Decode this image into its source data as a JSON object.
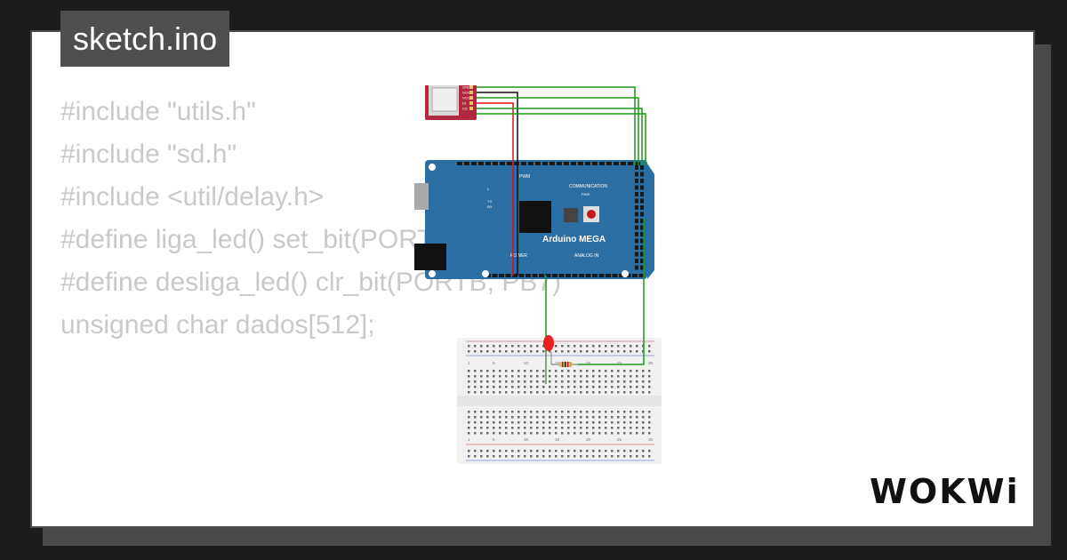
{
  "tab": {
    "filename": "sketch.ino"
  },
  "code": {
    "lines": [
      "#include \"utils.h\"",
      "#include \"sd.h\"",
      "#include <util/delay.h>",
      "",
      "",
      "",
      "#define liga_led() set_bit(PORTB, PB7)",
      "#define desliga_led() clr_bit(PORTB, PB7)",
      "",
      "unsigned char dados[512];"
    ]
  },
  "diagram": {
    "board_label": "Arduino MEGA",
    "header_labels": {
      "pwm": "PWM",
      "communication": "COMMUNICATION",
      "power": "POWER",
      "analog": "ANALOG IN",
      "pwr": "PWR",
      "tx": "TX",
      "rx": "RX",
      "l": "L"
    },
    "sd_pins": [
      "CD",
      "DO",
      "GND",
      "SCK",
      "VCC",
      "DI",
      "CS"
    ],
    "breadboard_numbers": [
      "1",
      "5",
      "10",
      "15",
      "20",
      "25",
      "30"
    ]
  },
  "brand": {
    "logo": "WOKWi"
  },
  "colors": {
    "background": "#1d1d1d",
    "card": "#ffffff",
    "tab": "#4f4f4f",
    "code": "#c9c9c9",
    "board": "#2a6ea3",
    "sd_module": "#b0283f",
    "wire_green": "#1a9a1a",
    "wire_red": "#dd1111",
    "wire_black": "#111111"
  }
}
